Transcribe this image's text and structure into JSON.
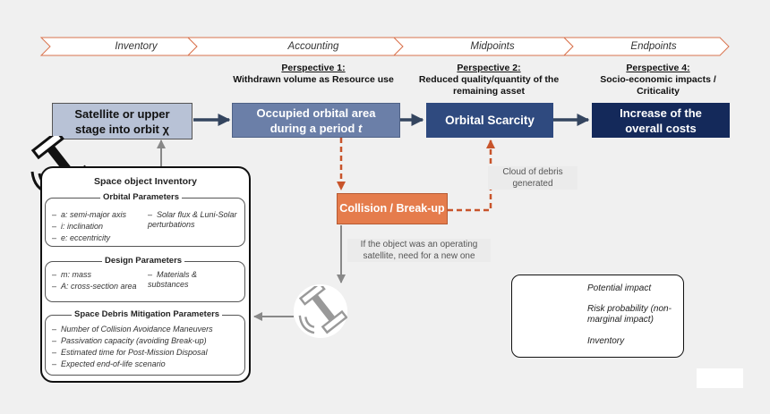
{
  "phases": [
    "Inventory",
    "Accounting",
    "Midpoints",
    "Endpoints"
  ],
  "perspectives": {
    "p1": {
      "heading": "Perspective 1:",
      "text": "Withdrawn volume as Resource use"
    },
    "p2": {
      "heading": "Perspective 2:",
      "text": "Reduced quality/quantity of the remaining asset"
    },
    "p4": {
      "heading": "Perspective 4:",
      "text": "Socio-economic impacts / Criticality"
    }
  },
  "boxes": {
    "satellite": {
      "line1": "Satellite or upper",
      "line2": "stage into orbit χ"
    },
    "occupied": {
      "line1": "Occupied orbital area",
      "line2": "during a period",
      "var": "t"
    },
    "scarcity": "Orbital Scarcity",
    "costs": {
      "line1": "Increase of the",
      "line2": "overall costs"
    },
    "collision": "Collision / Break-up"
  },
  "notes": {
    "debris": "Cloud of debris generated",
    "operating": "If the object was an operating satellite, need for a new one"
  },
  "inventory": {
    "title": "Space object Inventory",
    "orbital": {
      "title": "Orbital Parameters",
      "items": [
        "a: semi-major axis",
        "i: inclination",
        "e: eccentricity"
      ],
      "extra": "Solar flux & Luni-Solar perturbations"
    },
    "design": {
      "title": "Design Parameters",
      "items": [
        "m: mass",
        "A: cross-section area"
      ],
      "extra": "Materials & substances"
    },
    "mitigation": {
      "title": "Space Debris Mitigation Parameters",
      "items": [
        "Number of Collision Avoidance Maneuvers",
        "Passivation capacity (avoiding Break-up)",
        "Estimated time for Post-Mission Disposal",
        "Expected end-of-life scenario"
      ]
    }
  },
  "legend": {
    "potential": "Potential impact",
    "risk": "Risk probability (non-marginal impact)",
    "inventory": "Inventory"
  },
  "colors": {
    "chevron_border": "#d9734e",
    "satellite_box": "#b8c2d6",
    "occupied_box": "#6b7fa8",
    "scarcity_box": "#2f4a7f",
    "costs_box": "#14295a",
    "collision_box": "#e57c4c",
    "dark_arrow": "#34455f",
    "orange_arrow": "#c8542b",
    "gray_arrow": "#888888"
  },
  "icons": [
    "satellite-icon"
  ]
}
